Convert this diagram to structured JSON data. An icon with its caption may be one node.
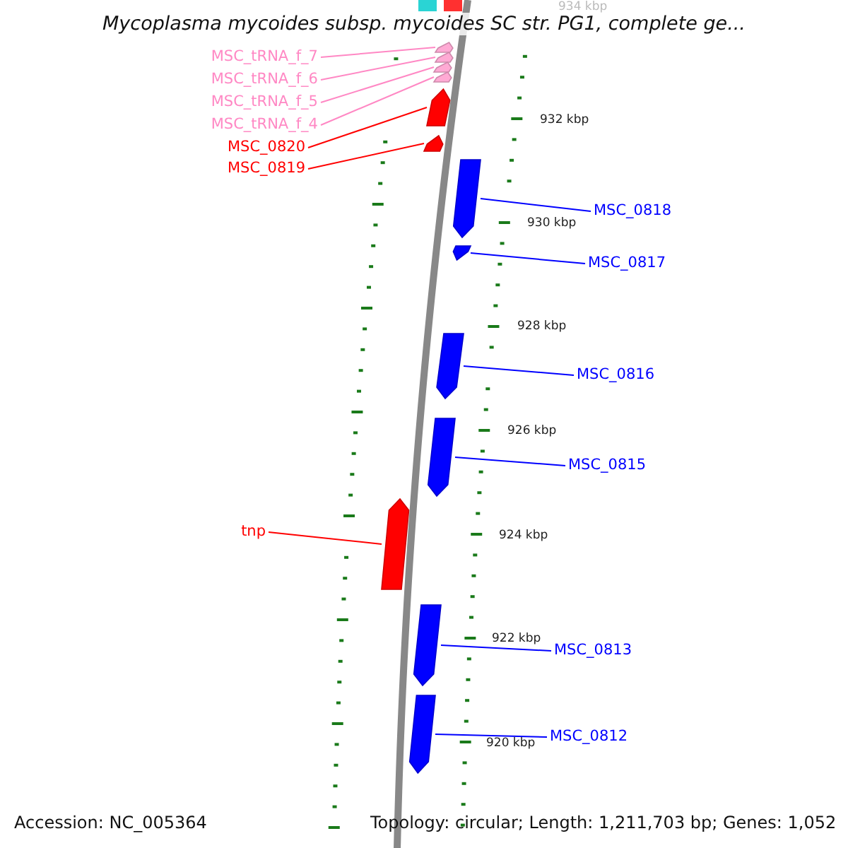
{
  "diagram": {
    "title": "Mycoplasma mycoides subsp. mycoides SC str. PG1, complete ge...",
    "nodes": [
      {
        "text": [
          "MSC_tRNA_f_7"
        ]
      },
      {
        "text": [
          "MSC_tRNA_f_6"
        ]
      },
      {
        "text": [
          "MSC_tRNA_f_5"
        ]
      },
      {
        "text": [
          "MSC_tRNA_f_4"
        ]
      },
      {
        "text": [
          "MSC_0820"
        ]
      },
      {
        "text": [
          "MSC_0819"
        ]
      },
      {
        "text": [
          "MSC_0818"
        ]
      },
      {
        "text": [
          "MSC_0817"
        ]
      },
      {
        "text": [
          "MSC_0816"
        ]
      },
      {
        "text": [
          "MSC_0815"
        ]
      },
      {
        "text": [
          "tnp"
        ]
      },
      {
        "text": [
          "MSC_0813"
        ]
      },
      {
        "text": [
          "MSC_0812"
        ]
      },
      {
        "text": [],
        "shape": "block"
      },
      {
        "text": [],
        "shape": "block"
      },
      {
        "text": [],
        "shape": "block"
      },
      {
        "text": [],
        "shape": "block"
      },
      {
        "text": [],
        "shape": "block"
      },
      {
        "text": [],
        "shape": "block"
      },
      {
        "text": [],
        "shape": "block"
      },
      {
        "text": [],
        "shape": "block"
      },
      {
        "text": [],
        "shape": "block"
      },
      {
        "text": [],
        "shape": "block"
      },
      {
        "text": [],
        "shape": "block"
      },
      {
        "text": [],
        "shape": "block"
      },
      {
        "text": [],
        "shape": "block"
      }
    ],
    "edges": [
      {
        "from": 0,
        "to": 13,
        "arrow": "none",
        "color": "#ff88c4"
      },
      {
        "from": 1,
        "to": 14,
        "arrow": "none",
        "color": "#ff88c4"
      },
      {
        "from": 2,
        "to": 15,
        "arrow": "none",
        "color": "#ff88c4"
      },
      {
        "from": 3,
        "to": 16,
        "arrow": "none",
        "color": "#ff88c4"
      },
      {
        "from": 4,
        "to": 17,
        "arrow": "none",
        "color": "#ff0000"
      },
      {
        "from": 5,
        "to": 18,
        "arrow": "none",
        "color": "#ff0000"
      },
      {
        "from": 6,
        "to": 19,
        "arrow": "none"
      },
      {
        "from": 7,
        "to": 20,
        "arrow": "none"
      },
      {
        "from": 8,
        "to": 21,
        "arrow": "none"
      },
      {
        "from": 9,
        "to": 22,
        "arrow": "none"
      },
      {
        "from": 10,
        "to": 23,
        "arrow": "none",
        "color": "#ff0000"
      },
      {
        "from": 11,
        "to": 24,
        "arrow": "none"
      },
      {
        "from": 12,
        "to": 25,
        "arrow": "none"
      }
    ],
    "labels": [
      "934 kbp",
      "932 kbp",
      "930 kbp",
      "928 kbp",
      "926 kbp",
      "924 kbp",
      "922 kbp",
      "920 kbp",
      "Accession: NC_005364",
      "Topology: circular; Length: 1,211,703 bp; Genes: 1,052"
    ]
  }
}
